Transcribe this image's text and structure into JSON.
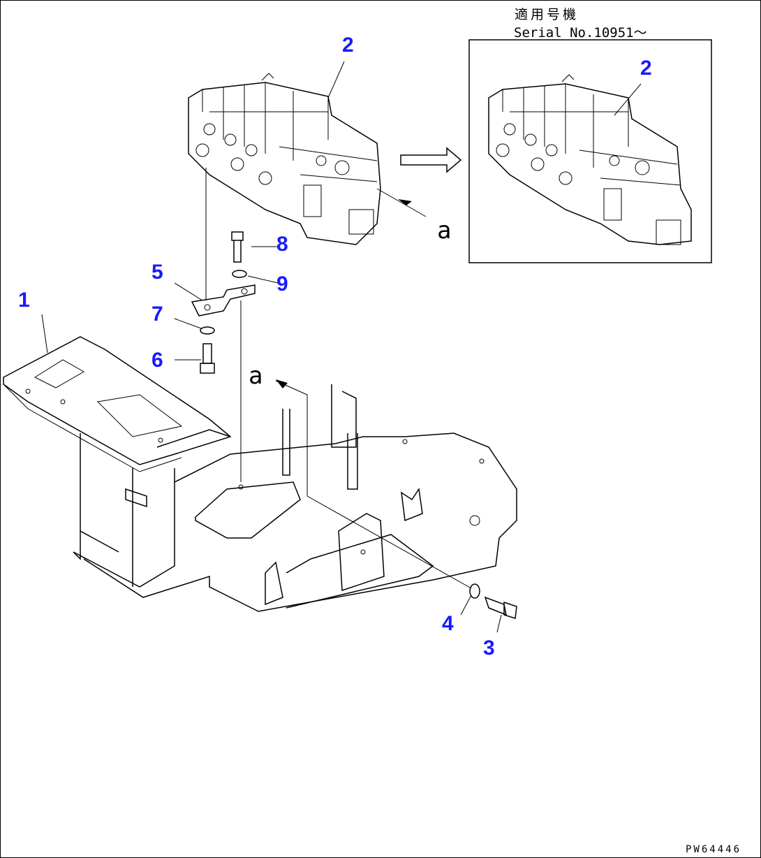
{
  "serial_note": {
    "jp": "適用号機",
    "en": "Serial No.10951～"
  },
  "drawing_code": "PW64446",
  "view_labels": [
    "a",
    "a"
  ],
  "callouts": [
    "1",
    "2",
    "2",
    "3",
    "4",
    "5",
    "6",
    "7",
    "8",
    "9"
  ],
  "colors": {
    "callout": "#1a1aff",
    "line": "#000000"
  }
}
